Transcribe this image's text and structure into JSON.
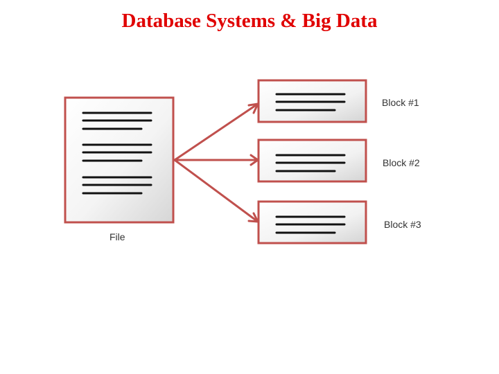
{
  "slide": {
    "title": "Database Systems & Big Data"
  },
  "diagram": {
    "file_label": "File",
    "blocks": [
      {
        "label": "Block #1"
      },
      {
        "label": "Block #2"
      },
      {
        "label": "Block #3"
      }
    ],
    "colors": {
      "title": "#e00000",
      "border": "#c0504d",
      "arrow": "#c0504d",
      "text_line": "#111111",
      "label": "#333333"
    }
  }
}
